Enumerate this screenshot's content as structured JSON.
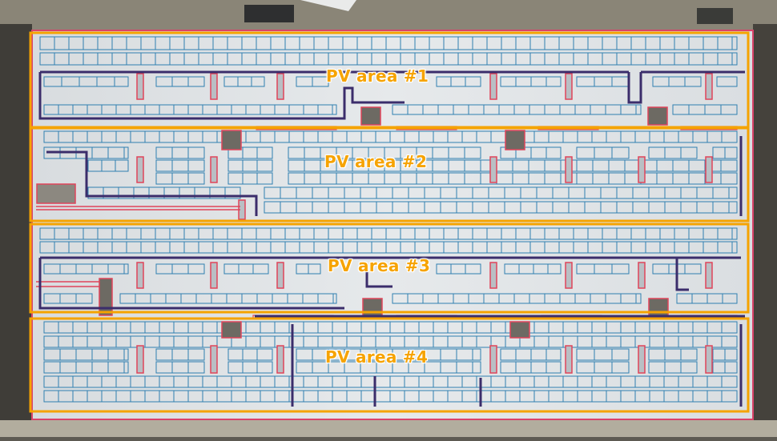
{
  "colors": {
    "area_outline": "#f5a300",
    "module_outline": "#2f7fb0",
    "obstacle_outline": "#e0445a",
    "cable_route": "#3b2d6b",
    "roof": "#dfe3e6"
  },
  "areas": [
    {
      "id": "area-1",
      "label": "PV area #1"
    },
    {
      "id": "area-2",
      "label": "PV area #2"
    },
    {
      "id": "area-3",
      "label": "PV area #3"
    },
    {
      "id": "area-4",
      "label": "PV area #4"
    }
  ]
}
